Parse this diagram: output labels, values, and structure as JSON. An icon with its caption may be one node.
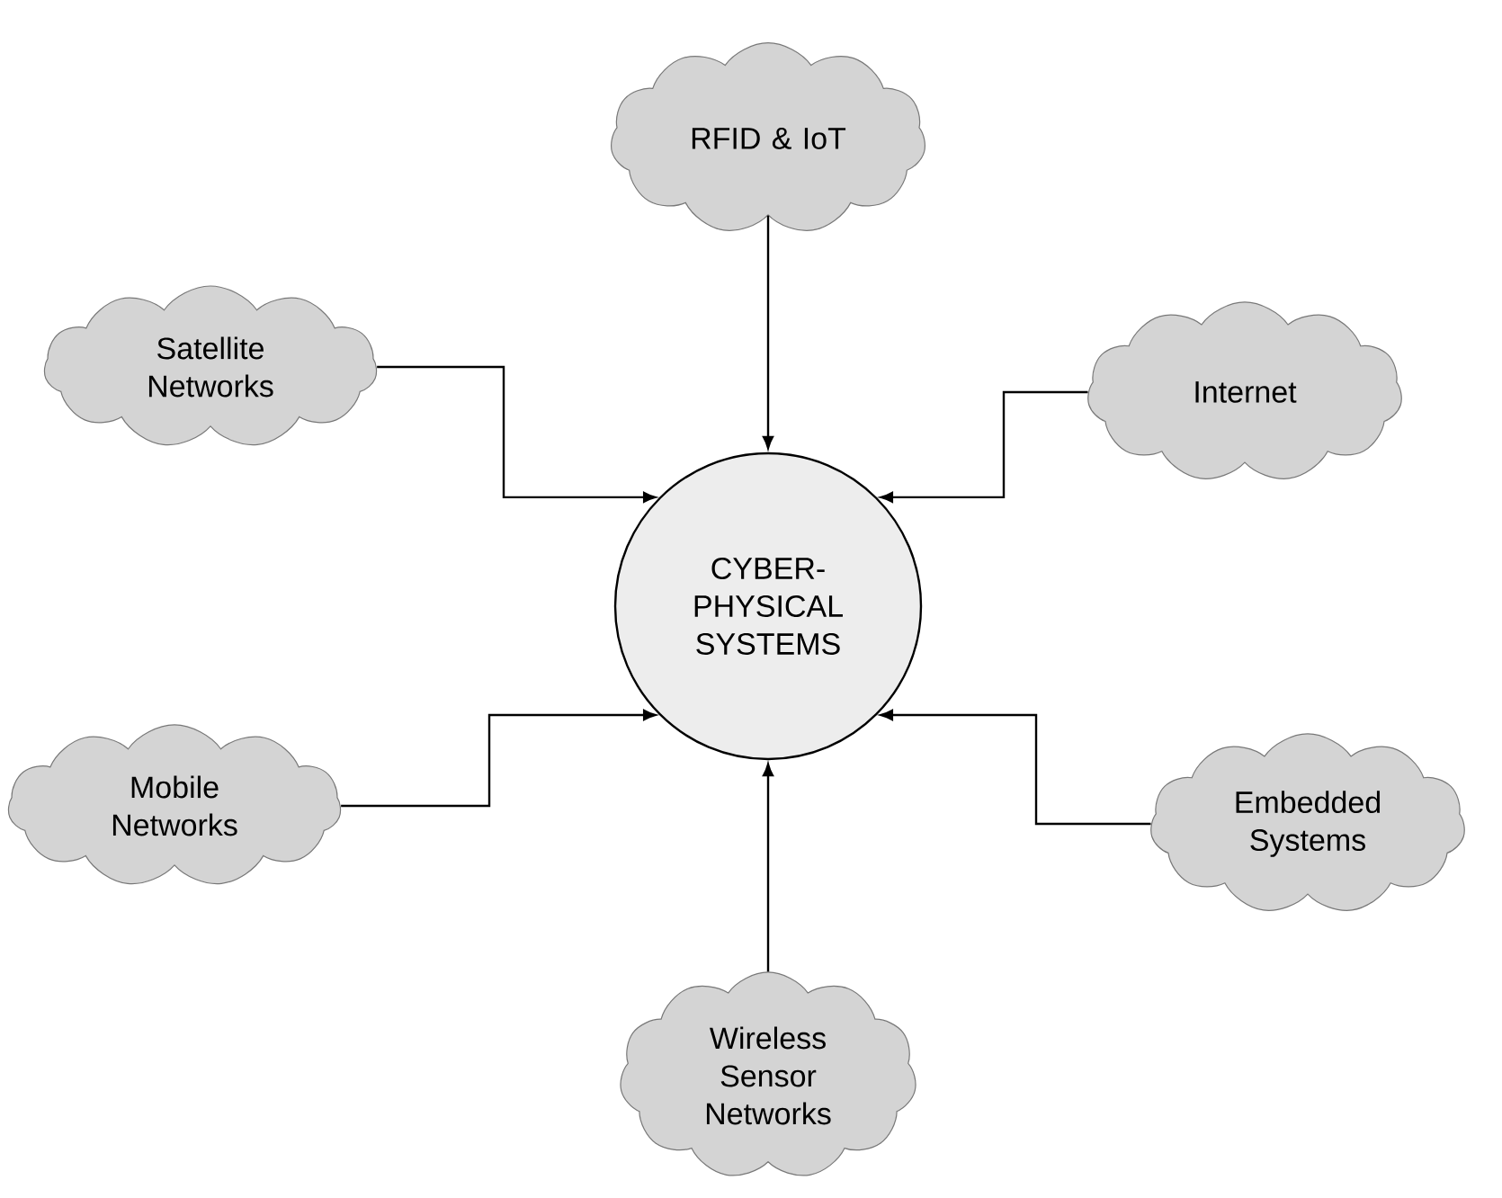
{
  "diagram": {
    "nodes": [
      {
        "text": [
          "RFID & IoT"
        ]
      },
      {
        "text": [
          "Satellite Networks"
        ]
      },
      {
        "text": [
          "Internet"
        ]
      },
      {
        "text": [
          "CYBER- PHYSICAL SYSTEMS"
        ]
      },
      {
        "text": [
          "Mobile Networks"
        ]
      },
      {
        "text": [
          "Embedded Systems"
        ]
      },
      {
        "text": [
          "Wireless Sensor Networks"
        ]
      }
    ],
    "edges": [
      {
        "from": 0,
        "to": 3,
        "arrow": "to"
      },
      {
        "from": 1,
        "to": 3,
        "arrow": "to"
      },
      {
        "from": 2,
        "to": 3,
        "arrow": "to"
      },
      {
        "from": 4,
        "to": 3,
        "arrow": "to"
      },
      {
        "from": 5,
        "to": 3,
        "arrow": "to"
      },
      {
        "from": 6,
        "to": 3,
        "arrow": "to"
      }
    ]
  }
}
